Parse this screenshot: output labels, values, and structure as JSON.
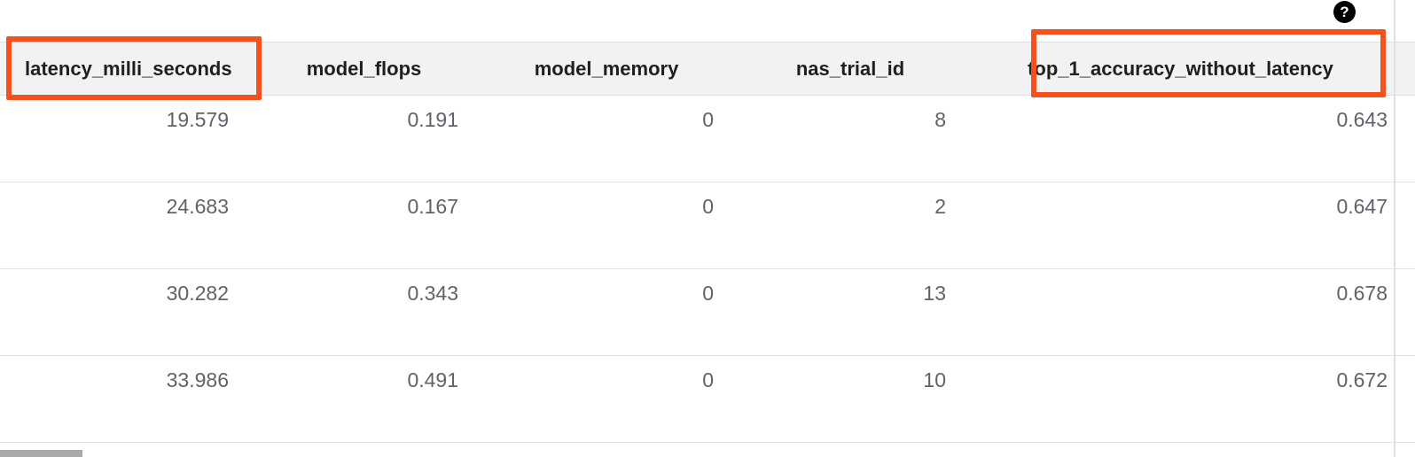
{
  "help": {
    "glyph": "?"
  },
  "table": {
    "columns": [
      {
        "key": "latency_milli_seconds",
        "label": "latency_milli_seconds",
        "highlighted": true
      },
      {
        "key": "model_flops",
        "label": "model_flops",
        "highlighted": false
      },
      {
        "key": "model_memory",
        "label": "model_memory",
        "highlighted": false
      },
      {
        "key": "nas_trial_id",
        "label": "nas_trial_id",
        "highlighted": false
      },
      {
        "key": "top_1_accuracy_without_latency",
        "label": "top_1_accuracy_without_latency",
        "highlighted": true
      }
    ],
    "rows": [
      [
        "19.579",
        "0.191",
        "0",
        "8",
        "0.643"
      ],
      [
        "24.683",
        "0.167",
        "0",
        "2",
        "0.647"
      ],
      [
        "30.282",
        "0.343",
        "0",
        "13",
        "0.678"
      ],
      [
        "33.986",
        "0.491",
        "0",
        "10",
        "0.672"
      ]
    ]
  },
  "colors": {
    "highlight": "#f4511e",
    "header_bg": "#f2f2f2",
    "row_divider": "#e4e4e4",
    "value_text": "#5f6368"
  }
}
